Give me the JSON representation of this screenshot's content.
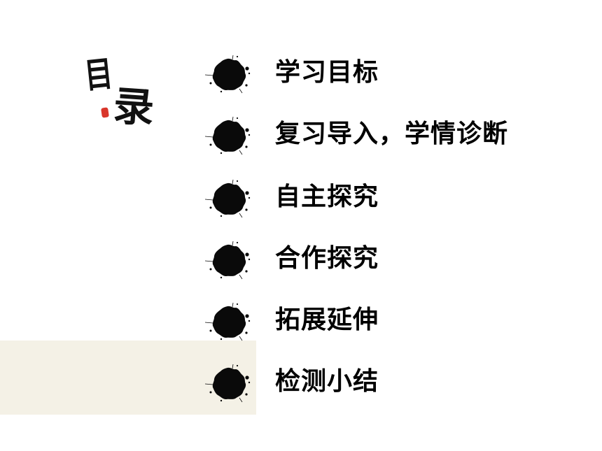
{
  "slide": {
    "title": "目录",
    "title_chars": [
      "目",
      "录"
    ],
    "accent_color": "#d9362b",
    "panel_color": "#f4f1e6"
  },
  "toc": {
    "bullet_icon": "ink-splash-icon",
    "items": [
      {
        "label": "学习目标"
      },
      {
        "label": "复习导入，学情诊断"
      },
      {
        "label": "自主探究"
      },
      {
        "label": "合作探究"
      },
      {
        "label": "拓展延伸"
      },
      {
        "label": "检测小结"
      }
    ]
  }
}
